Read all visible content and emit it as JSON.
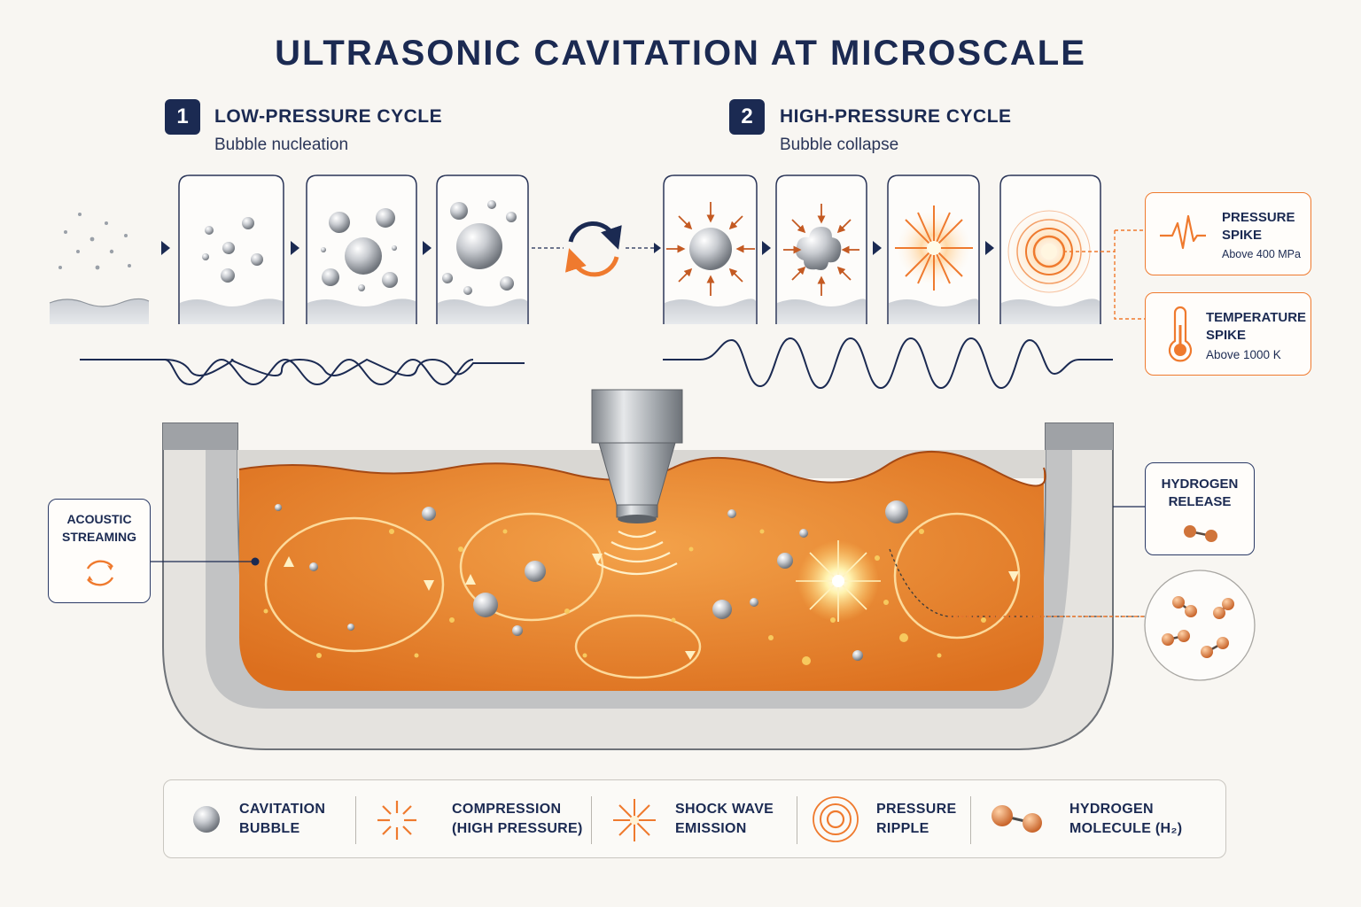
{
  "title": "ULTRASONIC CAVITATION AT MICROSCALE",
  "steps": [
    {
      "number": "1",
      "title": "LOW-PRESSURE CYCLE",
      "subtitle": "Bubble nucleation"
    },
    {
      "number": "2",
      "title": "HIGH-PRESSURE CYCLE",
      "subtitle": "Bubble collapse"
    }
  ],
  "callouts": {
    "pressure": {
      "line1": "PRESSURE",
      "line2": "SPIKE",
      "desc": "Above 400 MPa",
      "icon": "pulse-icon"
    },
    "temperature": {
      "line1": "TEMPERATURE",
      "line2": "SPIKE",
      "desc": "Above 1000 K",
      "icon": "thermometer-icon"
    },
    "streaming": {
      "line1": "ACOUSTIC",
      "line2": "STREAMING",
      "icon": "circular-arrows-icon"
    },
    "hydrogen": {
      "line1": "HYDROGEN",
      "line2": "RELEASE",
      "icon": "molecule-icon"
    }
  },
  "legend": [
    {
      "line1": "CAVITATION",
      "line2": "BUBBLE",
      "icon": "bubble-icon"
    },
    {
      "line1": "COMPRESSION",
      "line2": "(HIGH PRESSURE)",
      "icon": "compression-arrows-icon"
    },
    {
      "line1": "SHOCK WAVE",
      "line2": "EMISSION",
      "icon": "starburst-icon"
    },
    {
      "line1": "PRESSURE",
      "line2": "RIPPLE",
      "icon": "concentric-rings-icon"
    },
    {
      "line1": "HYDROGEN",
      "line2": "MOLECULE (H₂)",
      "icon": "h2-molecule-icon"
    }
  ],
  "colors": {
    "navy": "#1b2a52",
    "orange": "#ef7a2e",
    "liquid": "#e8842f",
    "steel": "#9aa0a6"
  }
}
